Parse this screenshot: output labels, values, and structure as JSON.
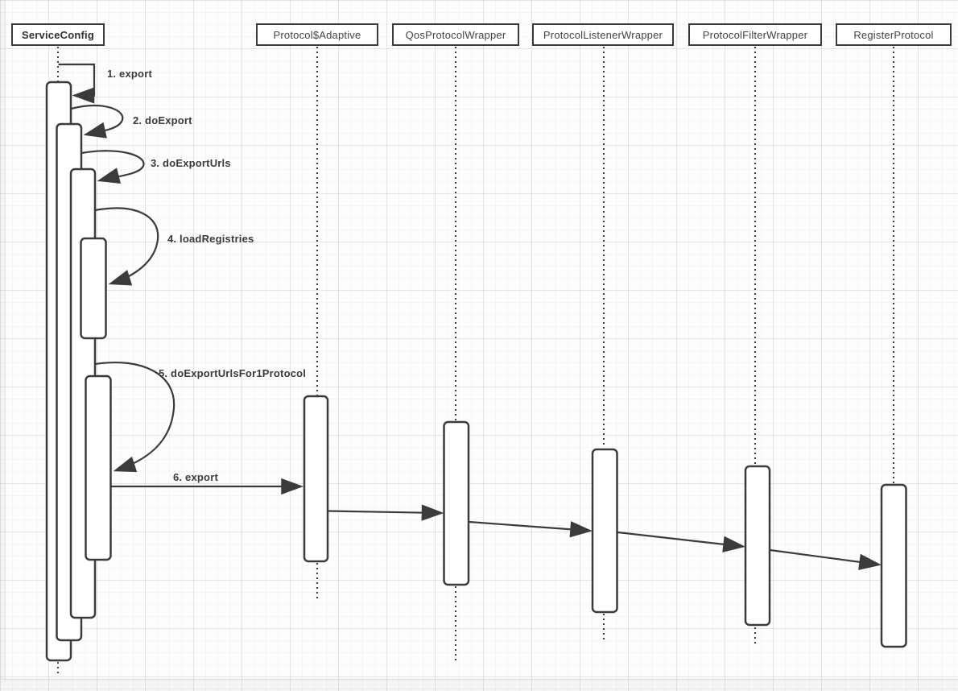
{
  "diagram_type": "uml-sequence-diagram",
  "colors": {
    "stroke": "#3b3b3b",
    "shape_fill": "#ffffff",
    "header_text": "#434343",
    "message_text": "#3a3a3a",
    "grid_line": "#ececec"
  },
  "lifelines": [
    {
      "name": "service-config",
      "label": "ServiceConfig",
      "bold": true
    },
    {
      "name": "protocol-adaptive",
      "label": "Protocol$Adaptive",
      "bold": false
    },
    {
      "name": "qos-protocol-wrapper",
      "label": "QosProtocolWrapper",
      "bold": false
    },
    {
      "name": "protocol-listener-wrapper",
      "label": "ProtocolListenerWrapper",
      "bold": false
    },
    {
      "name": "protocol-filter-wrapper",
      "label": "ProtocolFilterWrapper",
      "bold": false
    },
    {
      "name": "register-protocol",
      "label": "RegisterProtocol",
      "bold": false
    }
  ],
  "messages": [
    {
      "label": "1. export",
      "type": "self-call",
      "from": "ServiceConfig",
      "to": "ServiceConfig"
    },
    {
      "label": "2. doExport",
      "type": "self-call",
      "from": "ServiceConfig",
      "to": "ServiceConfig"
    },
    {
      "label": "3. doExportUrls",
      "type": "self-call",
      "from": "ServiceConfig",
      "to": "ServiceConfig"
    },
    {
      "label": "4. loadRegistries",
      "type": "self-call",
      "from": "ServiceConfig",
      "to": "ServiceConfig"
    },
    {
      "label": "5. doExportUrlsFor1Protocol",
      "type": "self-call",
      "from": "ServiceConfig",
      "to": "ServiceConfig"
    },
    {
      "label": "6. export",
      "type": "call",
      "from": "ServiceConfig",
      "to": "Protocol$Adaptive"
    },
    {
      "label": "",
      "type": "call",
      "from": "Protocol$Adaptive",
      "to": "QosProtocolWrapper"
    },
    {
      "label": "",
      "type": "call",
      "from": "QosProtocolWrapper",
      "to": "ProtocolListenerWrapper"
    },
    {
      "label": "",
      "type": "call",
      "from": "ProtocolListenerWrapper",
      "to": "ProtocolFilterWrapper"
    },
    {
      "label": "",
      "type": "call",
      "from": "ProtocolFilterWrapper",
      "to": "RegisterProtocol"
    }
  ]
}
